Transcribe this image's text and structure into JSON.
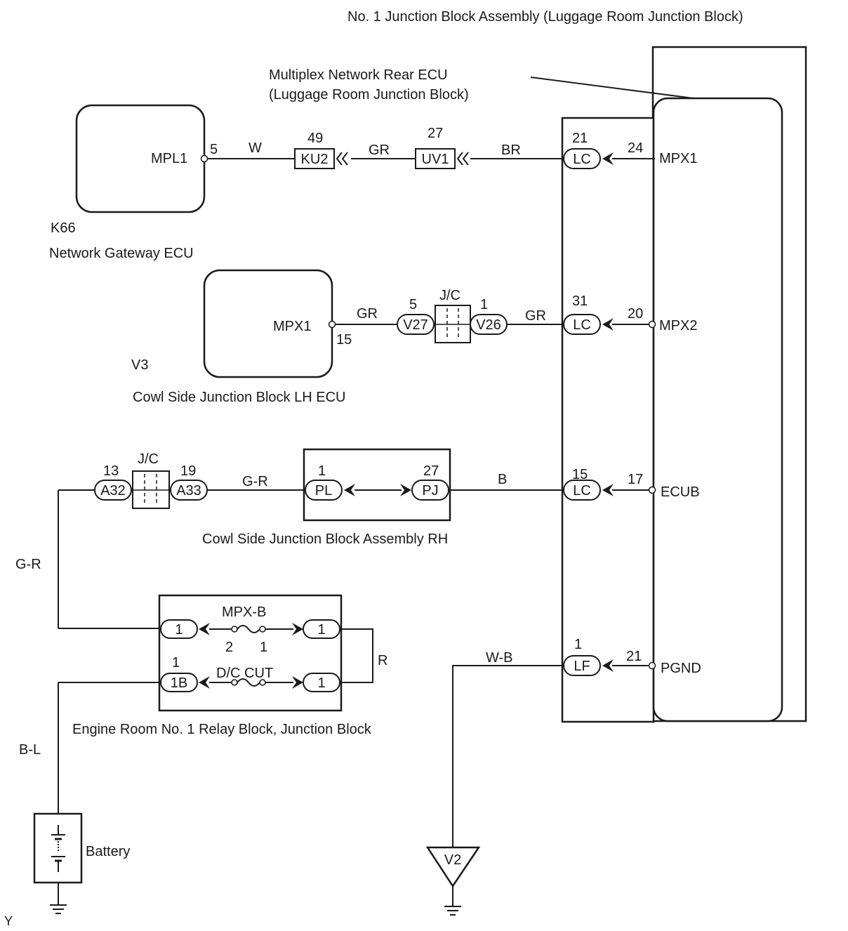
{
  "components": {
    "junction_block_assembly": "No. 1 Junction Block Assembly (Luggage Room Junction Block)",
    "rear_ecu_line1": "Multiplex Network Rear ECU",
    "rear_ecu_line2": "(Luggage Room Junction Block)",
    "gateway_id": "K66",
    "gateway_name": "Network Gateway ECU",
    "cowl_lh_id": "V3",
    "cowl_lh_name": "Cowl Side Junction Block LH ECU",
    "cowl_rh_name": "Cowl Side Junction Block Assembly RH",
    "relay_block_name": "Engine Room No. 1 Relay Block, Junction Block",
    "battery_name": "Battery",
    "ground_ref": "V2",
    "page_code": "Y"
  },
  "terminals": {
    "mpl1": "MPL1",
    "mpx1_gateway_side": "MPX1",
    "mpx1": "MPX1",
    "mpx2": "MPX2",
    "ecub": "ECUB",
    "pgnd": "PGND"
  },
  "connectors": {
    "ku2": "KU2",
    "uv1": "UV1",
    "lc": "LC",
    "lf": "LF",
    "v27": "V27",
    "v26": "V26",
    "jc": "J/C",
    "a32": "A32",
    "a33": "A33",
    "pl": "PL",
    "pj": "PJ",
    "relay_1": "1",
    "relay_1b": "1B"
  },
  "fuses": {
    "mpx_b": "MPX-B",
    "dc_cut": "D/C CUT"
  },
  "pins": {
    "mpl1_pin": "5",
    "ku2_pin": "49",
    "uv1_pin": "27",
    "lc_mpx1": "21",
    "ecu_mpx1": "24",
    "v3_mpx1": "15",
    "v27_pin": "5",
    "v26_pin": "1",
    "lc_mpx2": "31",
    "ecu_mpx2": "20",
    "a32_pin": "13",
    "a33_pin": "19",
    "pl_pin": "1",
    "pj_pin": "27",
    "lc_ecub": "15",
    "ecu_ecub": "17",
    "fuse_a": "2",
    "fuse_b": "1",
    "relay_1b_pin": "1",
    "lf_pin": "1",
    "ecu_pgnd": "21"
  },
  "wires": {
    "w": "W",
    "gr1": "GR",
    "br": "BR",
    "gr2": "GR",
    "gr3": "GR",
    "g_r_top": "G-R",
    "b": "B",
    "g_r_side": "G-R",
    "r": "R",
    "b_l": "B-L",
    "w_b": "W-B"
  }
}
